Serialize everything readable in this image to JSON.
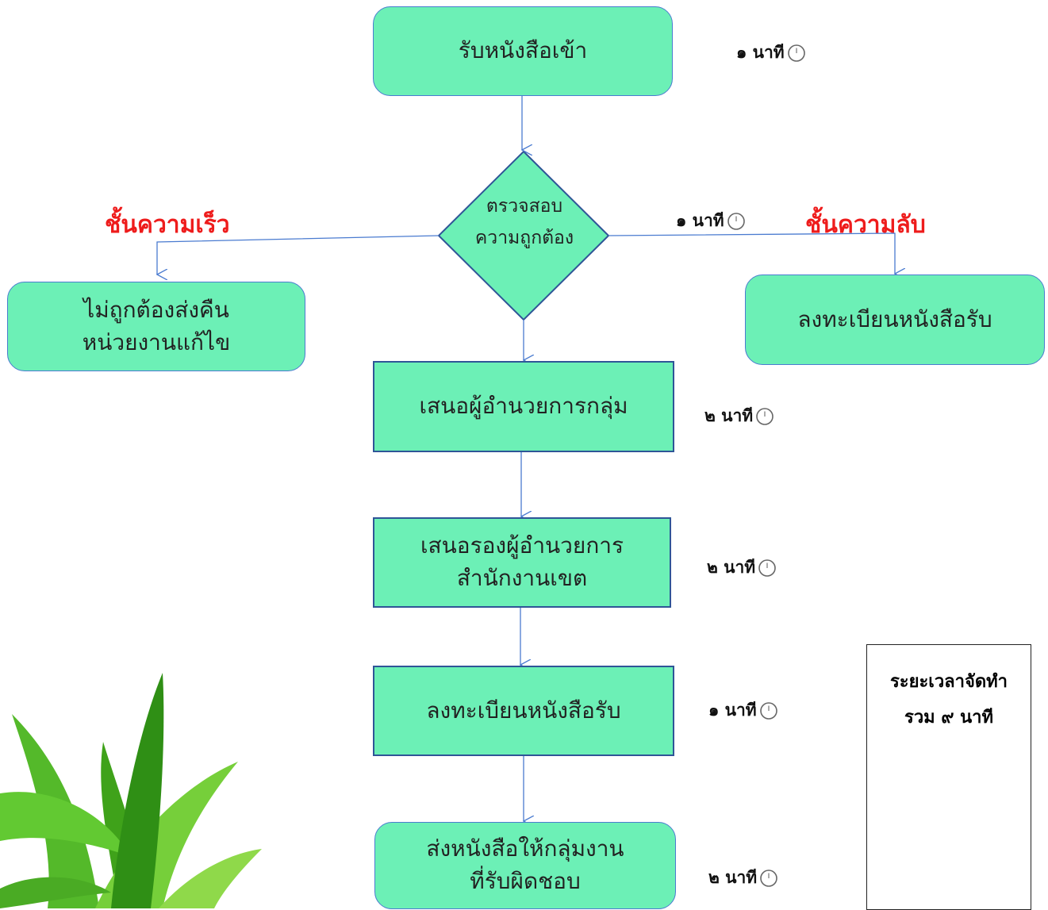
{
  "nodes": {
    "receive": "รับหนังสือเข้า",
    "check": "ตรวจสอบ\nความถูกต้อง",
    "reject": "ไม่ถูกต้องส่งคืน\nหน่วยงานแก้ไข",
    "register_secret": "ลงทะเบียนหนังสือรับ",
    "propose_director": "เสนอผู้อำนวยการกลุ่ม",
    "propose_deputy": "เสนอรองผู้อำนวยการ\nสำนักงานเขต",
    "register": "ลงทะเบียนหนังสือรับ",
    "send_group": "ส่งหนังสือให้กลุ่มงาน\nที่รับผิดชอบ"
  },
  "branch_labels": {
    "urgent": "ชั้นความเร็ว",
    "secret": "ชั้นความลับ"
  },
  "times": {
    "t_receive": "๑ นาที",
    "t_check": "๑ นาที",
    "t_director": "๒ นาที",
    "t_deputy": "๒ นาที",
    "t_register": "๑ นาที",
    "t_send": "๒ นาที"
  },
  "summary": {
    "line1": "ระยะเวลาจัดทำ",
    "line2": "รวม ๙ นาที"
  },
  "icons": {
    "clock": "clock-icon",
    "palm": "palm-leaves-icon"
  },
  "colors": {
    "node_fill": "#6cf0b6",
    "arrow": "#4a7bd0",
    "label_red": "#ee1c1c"
  }
}
